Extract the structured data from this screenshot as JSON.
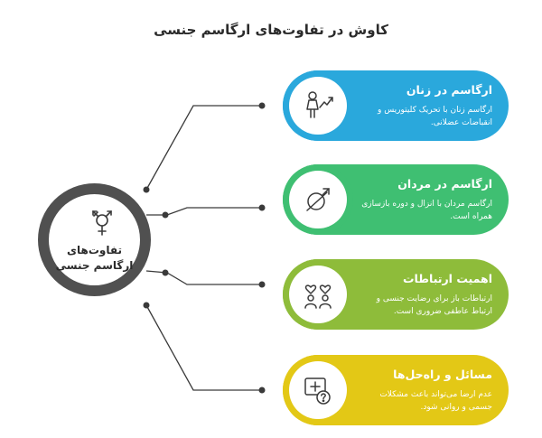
{
  "title": "کاوش در تفاوت‌های ارگاسم جنسی",
  "hub": {
    "label": "تفاوت‌های ارگاسم جنسی",
    "icon": "gender-symbol-icon"
  },
  "cards": [
    {
      "heading": "ارگاسم در زنان",
      "text": "ارگاسم زنان با تحریک کلیتوریس و انقباضات عضلانی.",
      "color": "#2aa8dc",
      "icon": "woman-chart-icon"
    },
    {
      "heading": "ارگاسم در مردان",
      "text": "ارگاسم مردان با انزال و دوره بازسازی همراه است.",
      "color": "#3fbf72",
      "icon": "male-restricted-icon"
    },
    {
      "heading": "اهمیت ارتباطات",
      "text": "ارتباطات باز برای رضایت جنسی و ارتباط عاطفی ضروری است.",
      "color": "#8ebc3a",
      "icon": "couple-hearts-icon"
    },
    {
      "heading": "مسائل و راه‌حل‌ها",
      "text": "عدم ارضا می‌تواند باعث مشکلات جسمی و روانی شود.",
      "color": "#e3c816",
      "icon": "medical-question-icon"
    }
  ]
}
